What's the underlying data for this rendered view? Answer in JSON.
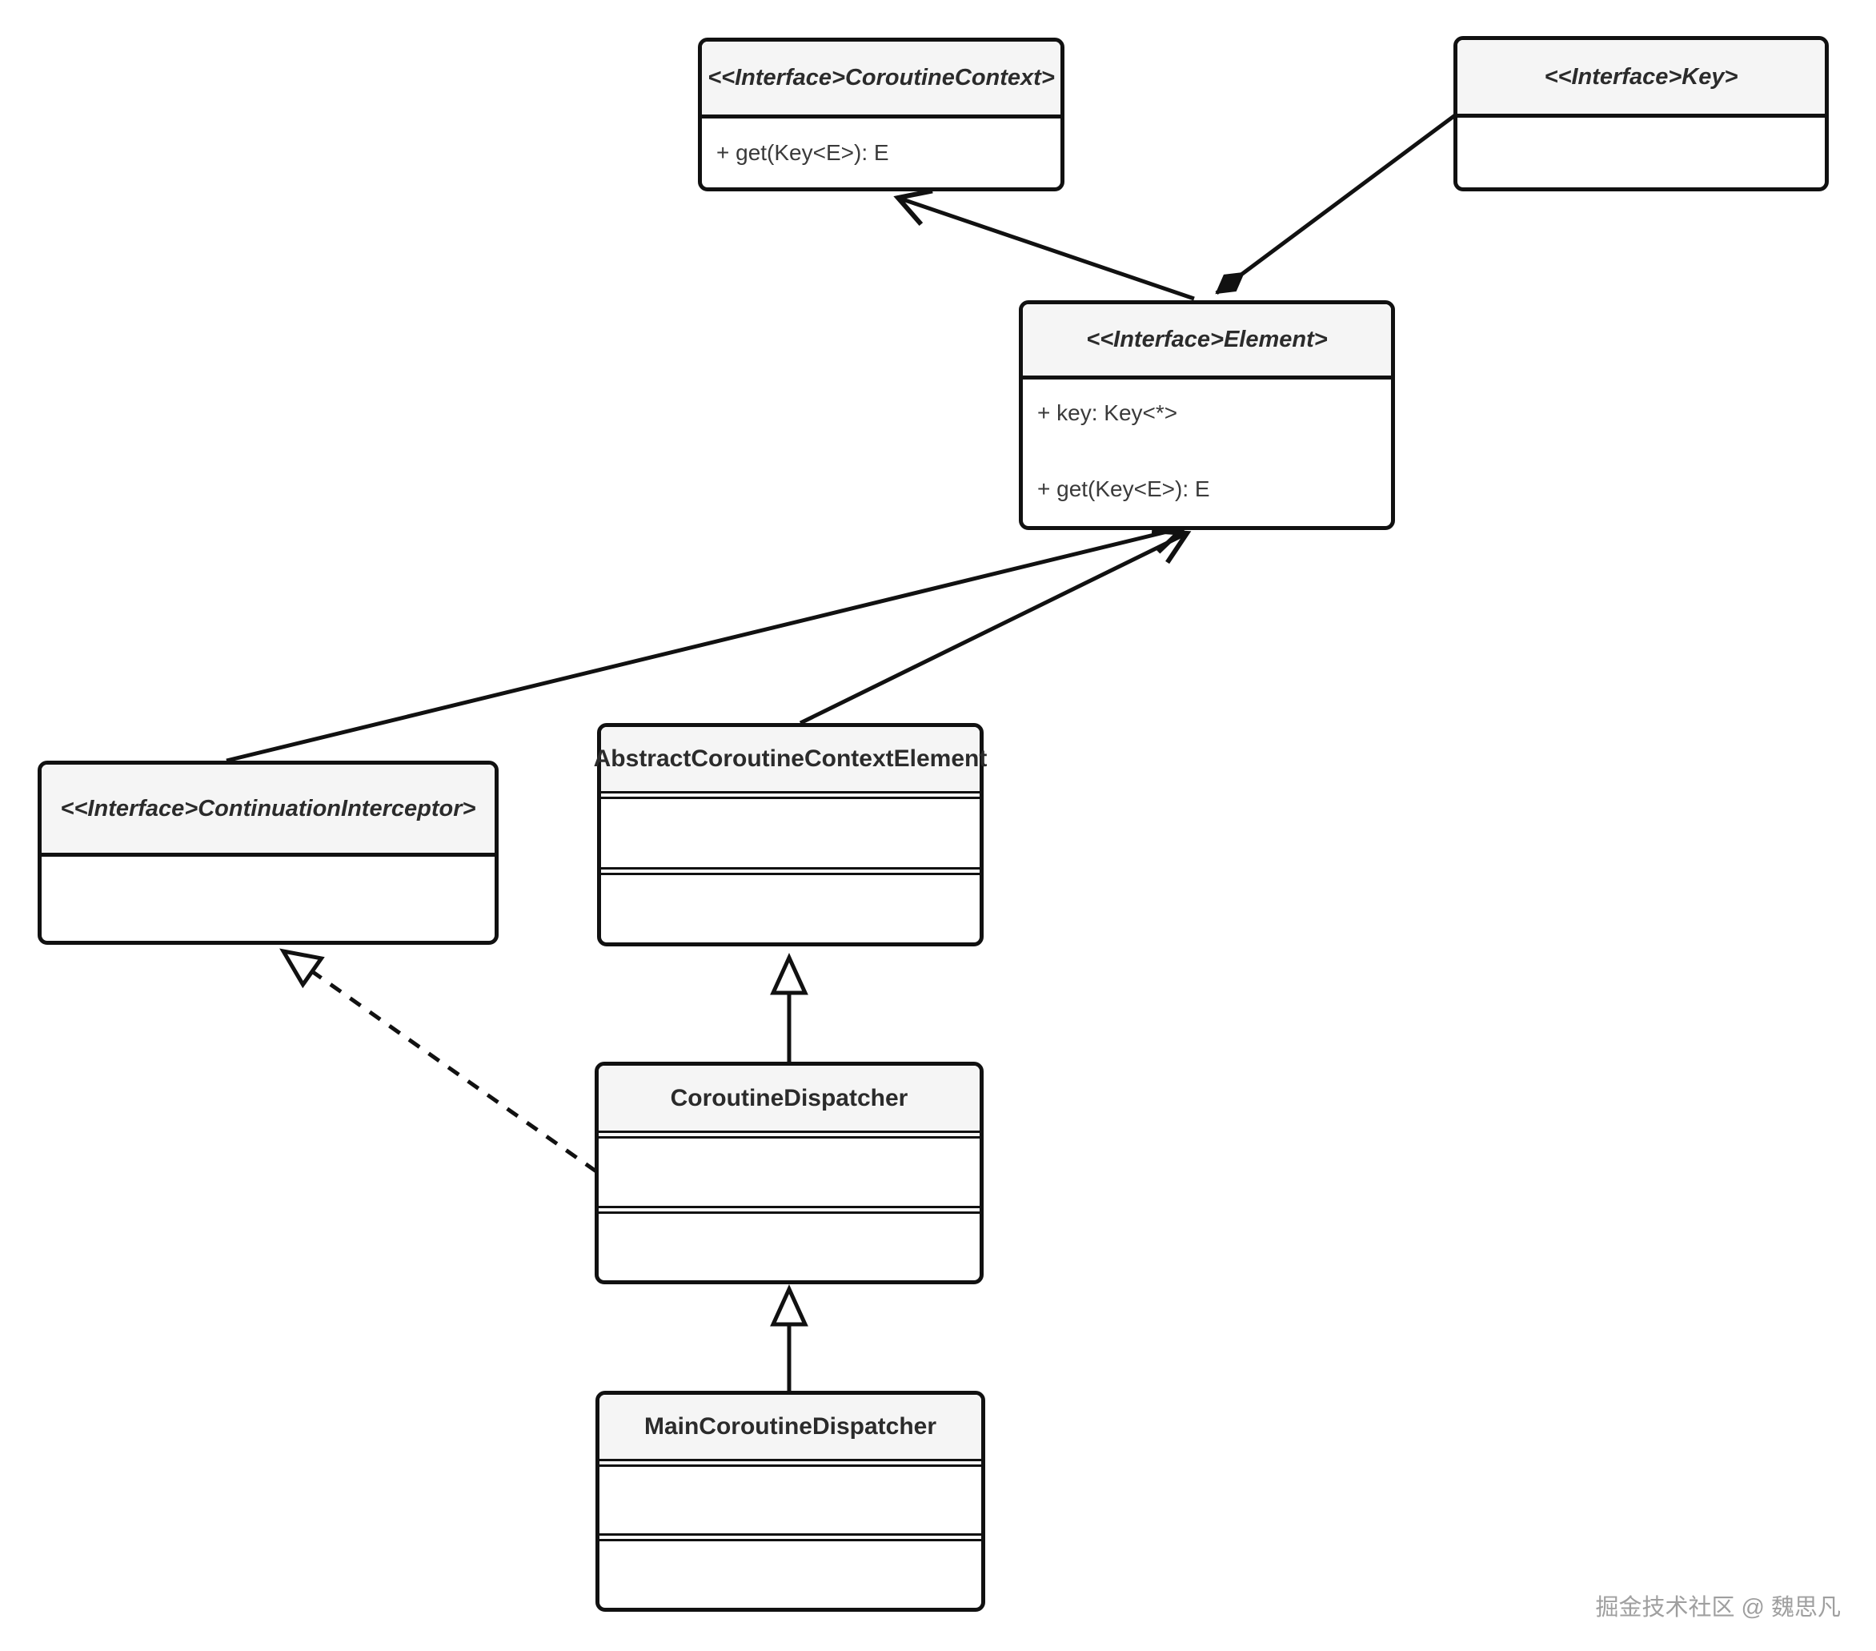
{
  "watermark": "掘金技术社区 @ 魏思凡",
  "diagram": {
    "classes": [
      {
        "id": "coroutine-context",
        "kind": "interface",
        "title": "<<Interface>CoroutineContext>",
        "members": [
          "+ get(Key<E>): E"
        ]
      },
      {
        "id": "key",
        "kind": "interface",
        "title": "<<Interface>Key>",
        "members": []
      },
      {
        "id": "element",
        "kind": "interface",
        "title": "<<Interface>Element>",
        "members": [
          "+ key: Key<*>",
          "+ get(Key<E>): E"
        ]
      },
      {
        "id": "continuation-interceptor",
        "kind": "interface",
        "title": "<<Interface>ContinuationInterceptor>",
        "members": []
      },
      {
        "id": "abstract-coroutine-context-element",
        "kind": "class",
        "title": "AbstractCoroutineContextElement",
        "members": []
      },
      {
        "id": "coroutine-dispatcher",
        "kind": "class",
        "title": "CoroutineDispatcher",
        "members": []
      },
      {
        "id": "main-coroutine-dispatcher",
        "kind": "class",
        "title": "MainCoroutineDispatcher",
        "members": []
      }
    ],
    "relationships": [
      {
        "from": "Element",
        "to": "CoroutineContext",
        "type": "generalization",
        "line": "solid",
        "head": "open-arrow"
      },
      {
        "from": "Key",
        "to": "Element",
        "type": "composition",
        "line": "solid",
        "head": "filled-diamond"
      },
      {
        "from": "ContinuationInterceptor",
        "to": "Element",
        "type": "generalization",
        "line": "solid",
        "head": "open-arrow"
      },
      {
        "from": "AbstractCoroutineContextElement",
        "to": "Element",
        "type": "generalization",
        "line": "solid",
        "head": "open-arrow"
      },
      {
        "from": "CoroutineDispatcher",
        "to": "AbstractCoroutineContextElement",
        "type": "inheritance",
        "line": "solid",
        "head": "hollow-triangle"
      },
      {
        "from": "CoroutineDispatcher",
        "to": "ContinuationInterceptor",
        "type": "realization",
        "line": "dashed",
        "head": "hollow-triangle"
      },
      {
        "from": "MainCoroutineDispatcher",
        "to": "CoroutineDispatcher",
        "type": "inheritance",
        "line": "solid",
        "head": "hollow-triangle"
      }
    ],
    "colors": {
      "border": "#111111",
      "header_bg": "#f5f5f5",
      "body_bg": "#ffffff",
      "text": "#2b2b2b",
      "watermark": "#9f9f9f"
    }
  }
}
